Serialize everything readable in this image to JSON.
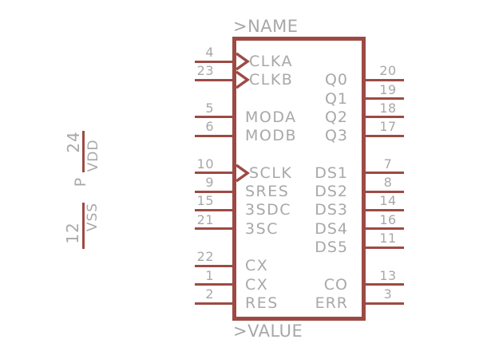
{
  "colors": {
    "symbol": "#9d4a44",
    "text": "#a8a8a8",
    "background": "#ffffff"
  },
  "symbol": {
    "name_label": ">NAME",
    "value_label": ">VALUE",
    "left_pins": [
      {
        "number": "4",
        "name": "CLKA",
        "clock": true,
        "row": 0
      },
      {
        "number": "23",
        "name": "CLKB",
        "clock": true,
        "row": 1
      },
      {
        "number": "5",
        "name": "MODA",
        "clock": false,
        "row": 3
      },
      {
        "number": "6",
        "name": "MODB",
        "clock": false,
        "row": 4
      },
      {
        "number": "10",
        "name": "SCLK",
        "clock": true,
        "row": 6
      },
      {
        "number": "9",
        "name": "SRES",
        "clock": false,
        "row": 7
      },
      {
        "number": "15",
        "name": "3SDC",
        "clock": false,
        "row": 8
      },
      {
        "number": "21",
        "name": "3SC",
        "clock": false,
        "row": 9
      },
      {
        "number": "22",
        "name": "CX",
        "clock": false,
        "row": 11
      },
      {
        "number": "1",
        "name": "CX",
        "clock": false,
        "row": 12
      },
      {
        "number": "2",
        "name": "RES",
        "clock": false,
        "row": 13
      }
    ],
    "right_pins": [
      {
        "number": "20",
        "name": "Q0",
        "row": 1
      },
      {
        "number": "19",
        "name": "Q1",
        "row": 2
      },
      {
        "number": "18",
        "name": "Q2",
        "row": 3
      },
      {
        "number": "17",
        "name": "Q3",
        "row": 4
      },
      {
        "number": "7",
        "name": "DS1",
        "row": 6
      },
      {
        "number": "8",
        "name": "DS2",
        "row": 7
      },
      {
        "number": "14",
        "name": "DS3",
        "row": 8
      },
      {
        "number": "16",
        "name": "DS4",
        "row": 9
      },
      {
        "number": "11",
        "name": "DS5",
        "row": 10
      },
      {
        "number": "13",
        "name": "CO",
        "row": 12
      },
      {
        "number": "3",
        "name": "ERR",
        "row": 13
      }
    ]
  },
  "power": {
    "designator": "P",
    "vdd": {
      "number": "24",
      "name": "VDD"
    },
    "vss": {
      "number": "12",
      "name": "VSS"
    }
  }
}
